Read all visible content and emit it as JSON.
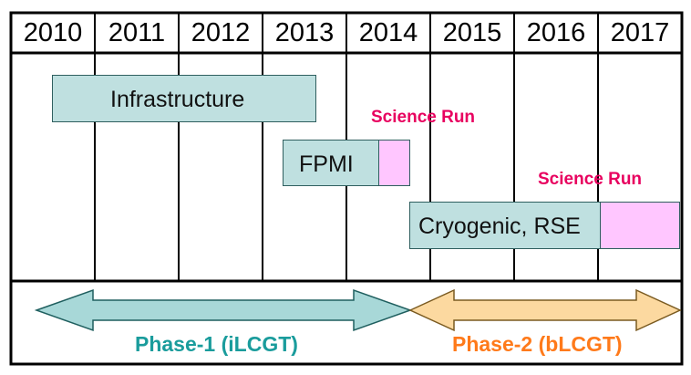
{
  "years": [
    "2010",
    "2011",
    "2012",
    "2013",
    "2014",
    "2015",
    "2016",
    "2017"
  ],
  "tasks": [
    {
      "label": "Infrastructure",
      "start": 2010.5,
      "end": 2013.65
    },
    {
      "label": "FPMI",
      "start": 2013.25,
      "end": 2014.4,
      "science_run": {
        "start": 2014.05,
        "end": 2014.4,
        "label": "Science Run"
      }
    },
    {
      "label": "Cryogenic, RSE",
      "start": 2014.75,
      "end": 2017.95,
      "science_run": {
        "start": 2017.0,
        "end": 2017.95,
        "label": "Science Run"
      }
    }
  ],
  "phases": [
    {
      "label": "Phase-1 (iLCGT)",
      "color": "#1a9c9c",
      "fill": "#a8d8d8"
    },
    {
      "label": "Phase-2 (bLCGT)",
      "color": "#ff7a1a",
      "fill": "#fcd9a0"
    }
  ],
  "colors": {
    "bar": "#bfe0e0",
    "science_run": "#ffc6ff",
    "science_label": "#e8005f"
  }
}
